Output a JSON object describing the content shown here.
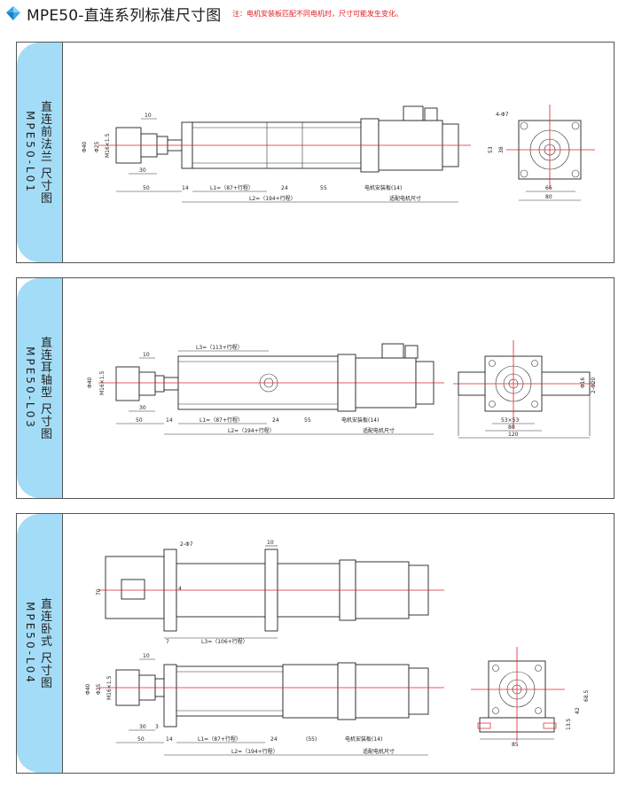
{
  "header": {
    "title": "MPE50-直连系列标准尺寸图",
    "note": "注：电机安装板匹配不同电机时，尺寸可能发生变化。",
    "gem_icon": "diamond-gem-icon",
    "accent": "#3aa6e8",
    "note_color": "#e0202a"
  },
  "panels": [
    {
      "cn": "直连前法兰 尺寸图",
      "code": "MPE50-L01",
      "dims": {
        "d40": "Φ40",
        "d25": "Φ25",
        "m": "M16×1.5",
        "t10": "10",
        "t30": "30",
        "t50": "50",
        "t14": "14",
        "l1": "L1=（87+行程）",
        "t24": "24",
        "t55": "55",
        "plate": "电机安装板(14)",
        "l2": "L2=（194+行程）",
        "motor": "适配电机尺寸",
        "holes": "4-Φ7",
        "d53": "53",
        "d38": "38",
        "d66": "66",
        "d80": "80"
      }
    },
    {
      "cn": "直连耳轴型 尺寸图",
      "code": "MPE50-L03",
      "dims": {
        "d40": "Φ40",
        "m": "M16×1.5",
        "t10": "10",
        "t30": "30",
        "t50": "50",
        "t14": "14",
        "l3": "L3=（113+行程）",
        "l1": "L1=（87+行程）",
        "t24": "24",
        "t55": "55",
        "plate": "电机安装板(14)",
        "l2": "L2=（194+行程）",
        "motor": "适配电机尺寸",
        "d16": "Φ16",
        "d20": "2-Φ20",
        "w53": "53×53",
        "w80": "80",
        "w120": "120"
      }
    },
    {
      "cn": "直连卧式 尺寸图",
      "code": "MPE50-L04",
      "dims": {
        "holes": "2-Φ7",
        "t10": "10",
        "d70": "70",
        "d4": "4",
        "t7": "7",
        "l3": "L3=（106+行程）",
        "d40": "Φ40",
        "d25": "Φ25",
        "m": "M16×1.5",
        "t30": "30",
        "t3": "3",
        "t50": "50",
        "t14": "14",
        "l1": "L1=（87+行程）",
        "t24": "24",
        "t55": "(55)",
        "plate": "电机安装板(14)",
        "l2": "L2=（194+行程）",
        "motor": "适配电机尺寸",
        "d685": "68.5",
        "d42": "42",
        "d135": "13.5",
        "d85": "85"
      }
    }
  ]
}
